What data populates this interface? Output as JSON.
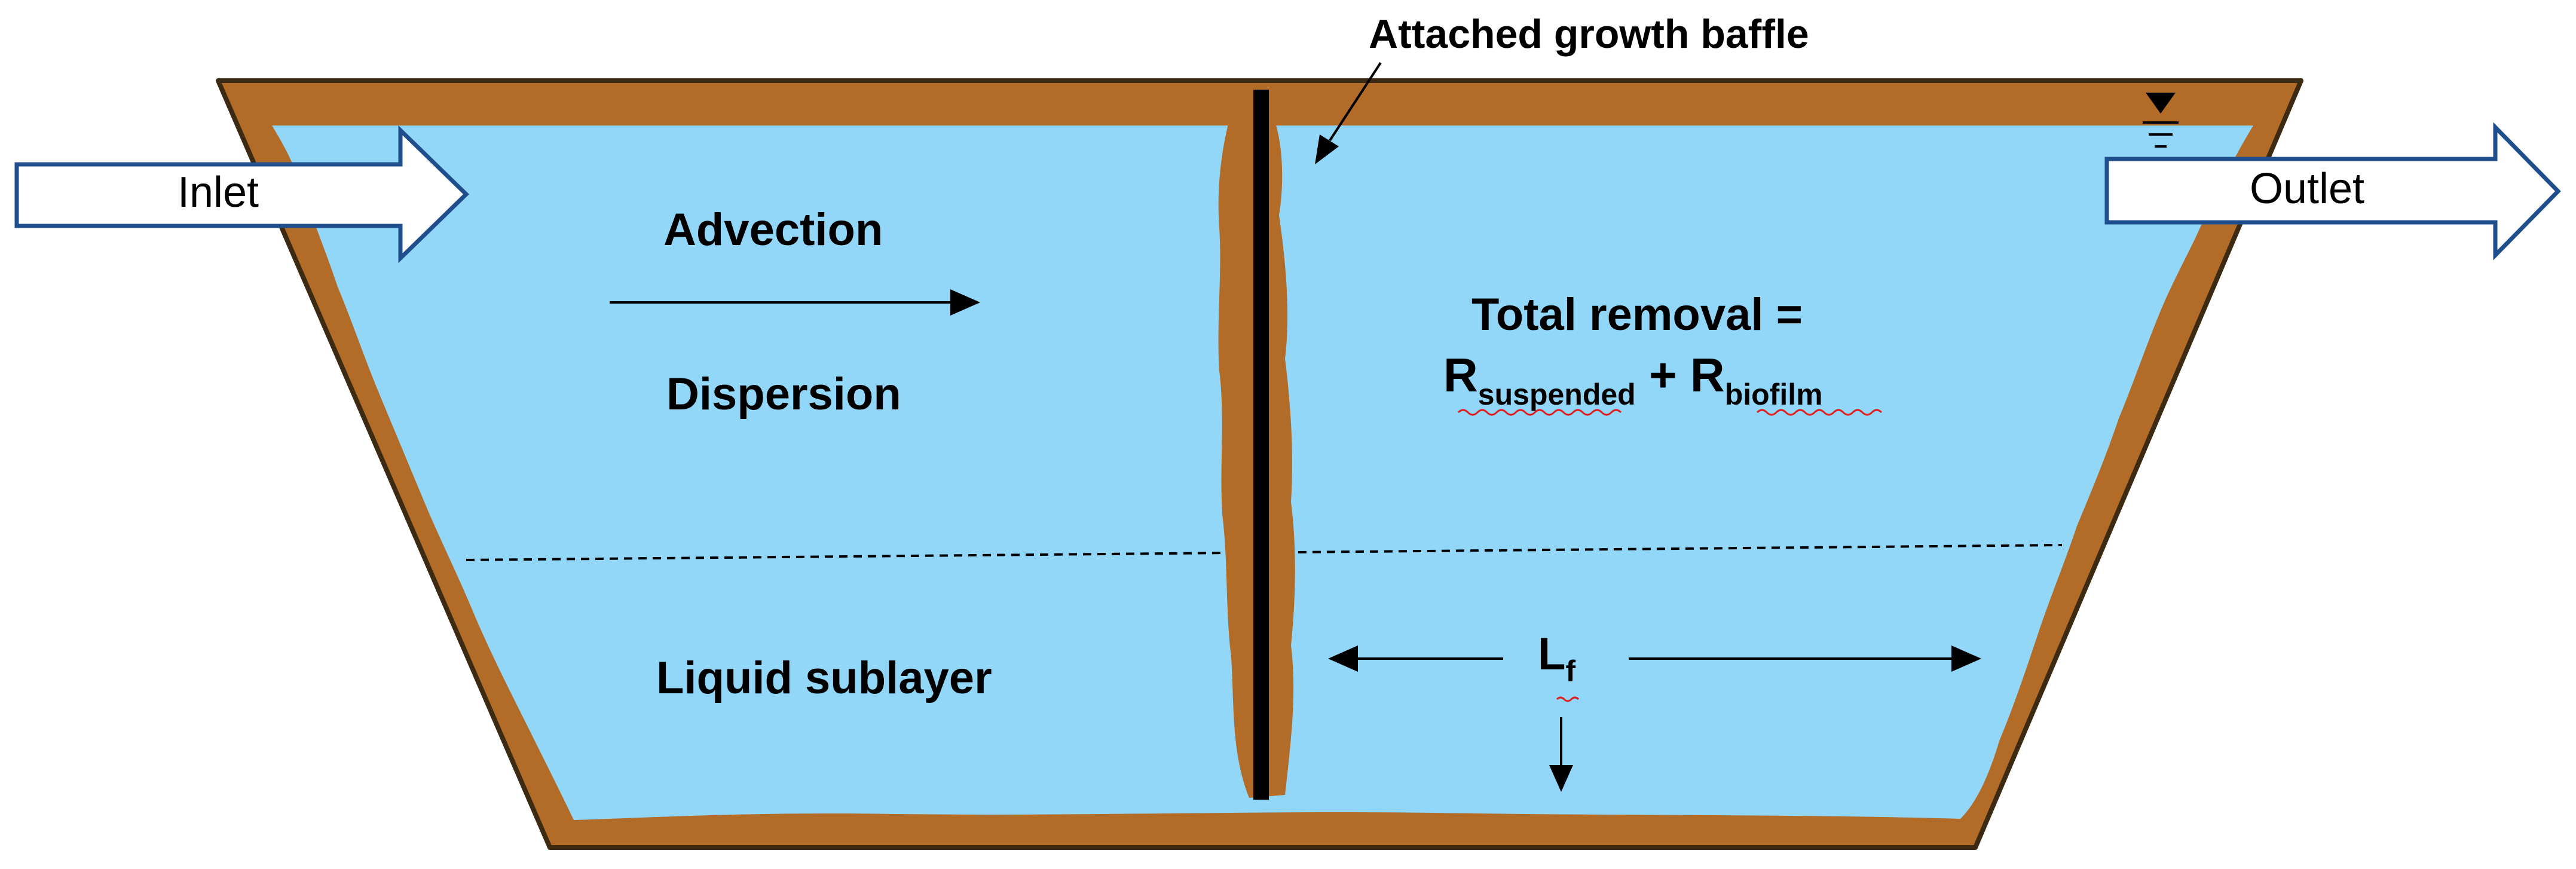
{
  "labels": {
    "baffle": "Attached growth baffle",
    "inlet": "Inlet",
    "outlet": "Outlet",
    "advection": "Advection",
    "dispersion": "Dispersion",
    "liquid_sublayer": "Liquid sublayer",
    "total_removal": "Total removal =",
    "r_symbol_1": "R",
    "r_sub_1": "suspended",
    "plus": " + ",
    "r_symbol_2": "R",
    "r_sub_2": "biofilm",
    "lf_symbol": "L",
    "lf_sub": "f"
  },
  "colors": {
    "water": "#92d6f8",
    "biofilm": "#b36b28",
    "basin_outline": "#3d2a12",
    "baffle": "#000000",
    "arrow_fill": "#ffffff",
    "arrow_stroke": "#1f4e8c",
    "text": "#000000"
  },
  "icons": {
    "water_surface": "water-surface-level-icon"
  }
}
